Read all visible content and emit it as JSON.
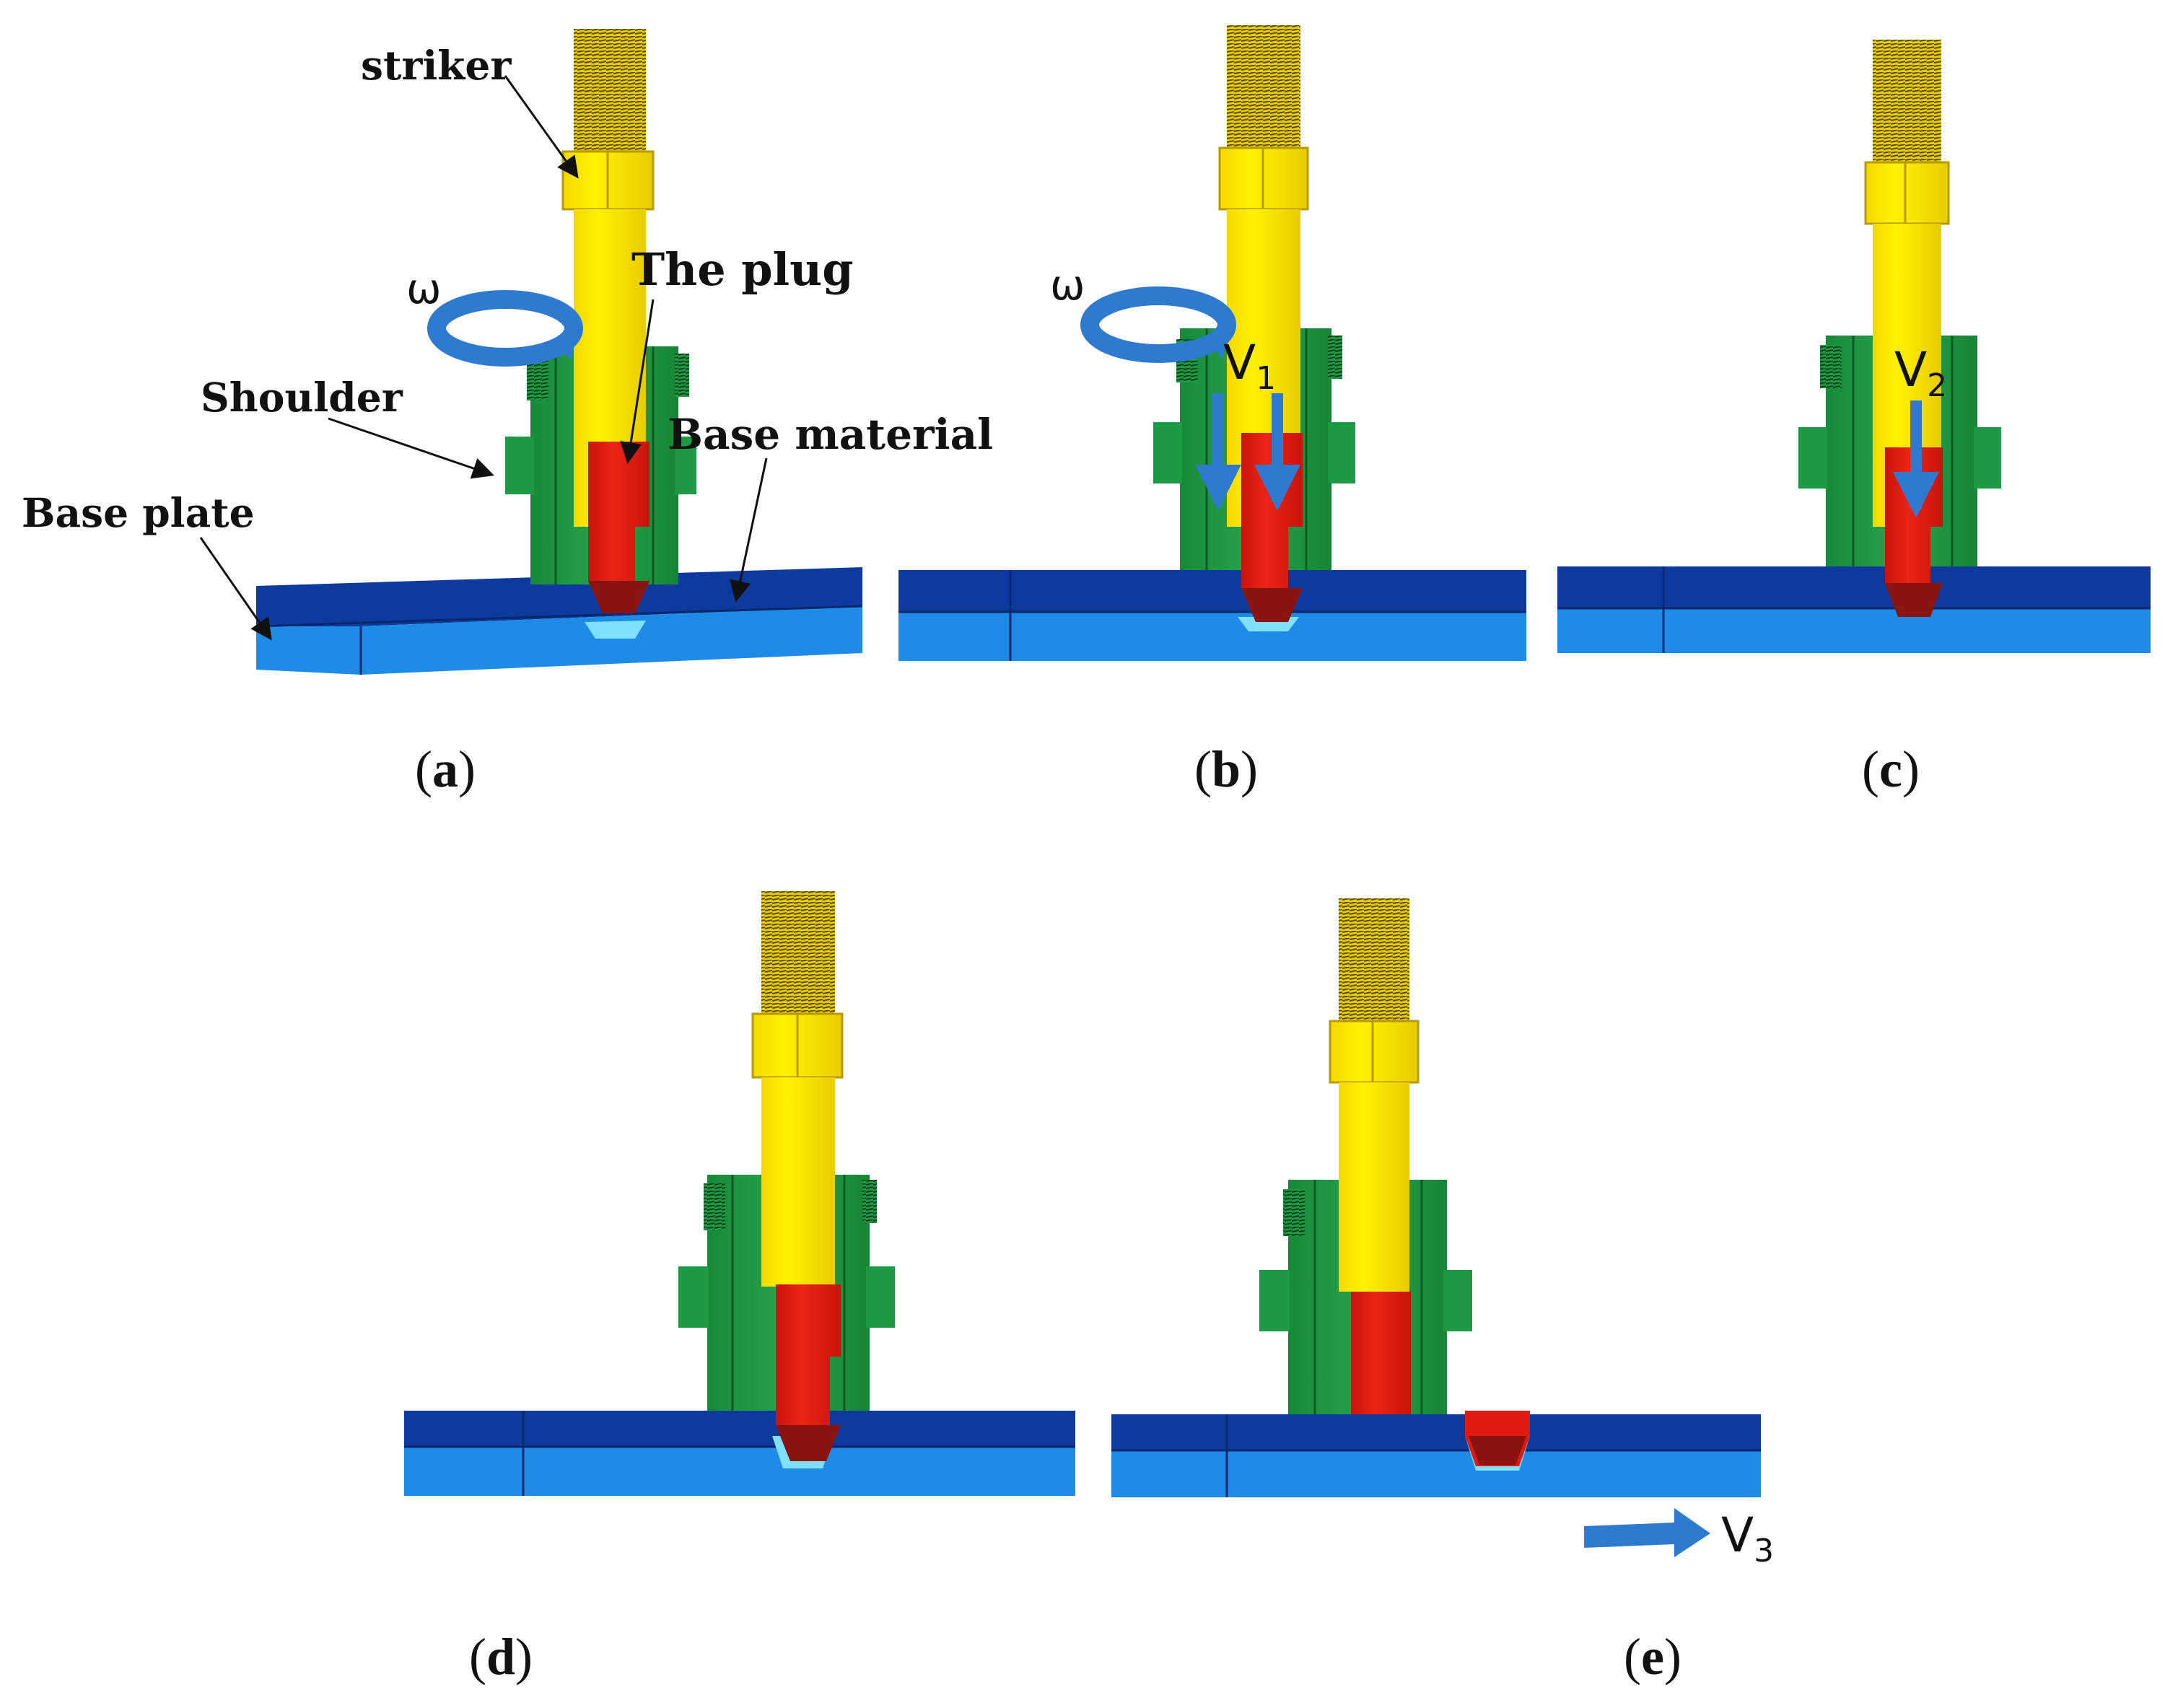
{
  "panels": [
    {
      "id": "a",
      "caption_letter": "a"
    },
    {
      "id": "b",
      "caption_letter": "b"
    },
    {
      "id": "c",
      "caption_letter": "c"
    },
    {
      "id": "d",
      "caption_letter": "d"
    },
    {
      "id": "e",
      "caption_letter": "e"
    }
  ],
  "labels": {
    "striker": "striker",
    "plug": "The plug",
    "shoulder": "Shoulder",
    "base_material": "Base material",
    "base_plate": "Base plate"
  },
  "symbols": {
    "omega": "ω",
    "v1_base": "V",
    "v1_sub": "1",
    "v2_base": "V",
    "v2_sub": "2",
    "v3_base": "V",
    "v3_sub": "3"
  },
  "colors": {
    "striker": "#ffea00",
    "striker_shade": "#e5c800",
    "thread": "#6b5a00",
    "plug": "#e01a10",
    "plug_tip": "#8a1510",
    "shoulder": "#1f9a44",
    "shoulder_dark": "#0f6a2c",
    "base_material": "#0d3a9c",
    "base_plate": "#1e8be6",
    "arrow": "#2e7ad0",
    "cavity": "#7fe0ff"
  }
}
